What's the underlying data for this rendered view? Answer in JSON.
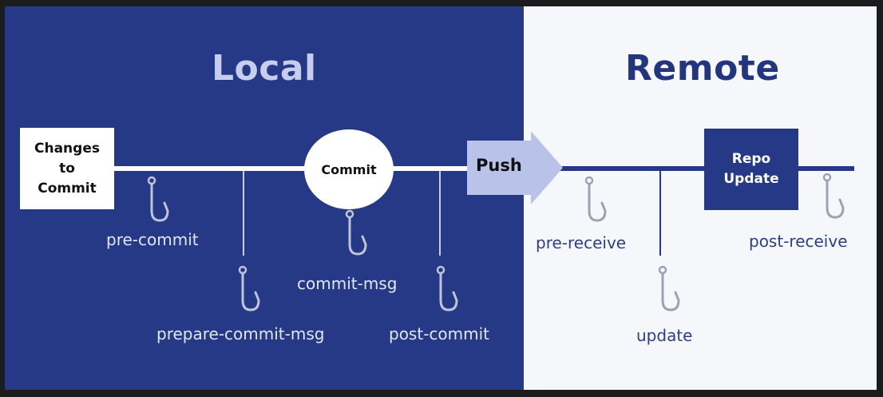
{
  "local": {
    "title": "Local"
  },
  "remote": {
    "title": "Remote"
  },
  "nodes": {
    "changes": "Changes\nto\nCommit",
    "commit": "Commit",
    "push": "Push",
    "repo_update": "Repo\nUpdate"
  },
  "hooks": {
    "pre_commit": "pre-commit",
    "prepare_commit_msg": "prepare-commit-msg",
    "commit_msg": "commit-msg",
    "post_commit": "post-commit",
    "pre_receive": "pre-receive",
    "update": "update",
    "post_receive": "post-receive"
  },
  "colors": {
    "local_bg": "#253987",
    "remote_bg": "#f6f7fb",
    "push_arrow": "#b9c3ea",
    "hook_local": "#bfc4d6",
    "hook_remote": "#9ea3b4"
  }
}
